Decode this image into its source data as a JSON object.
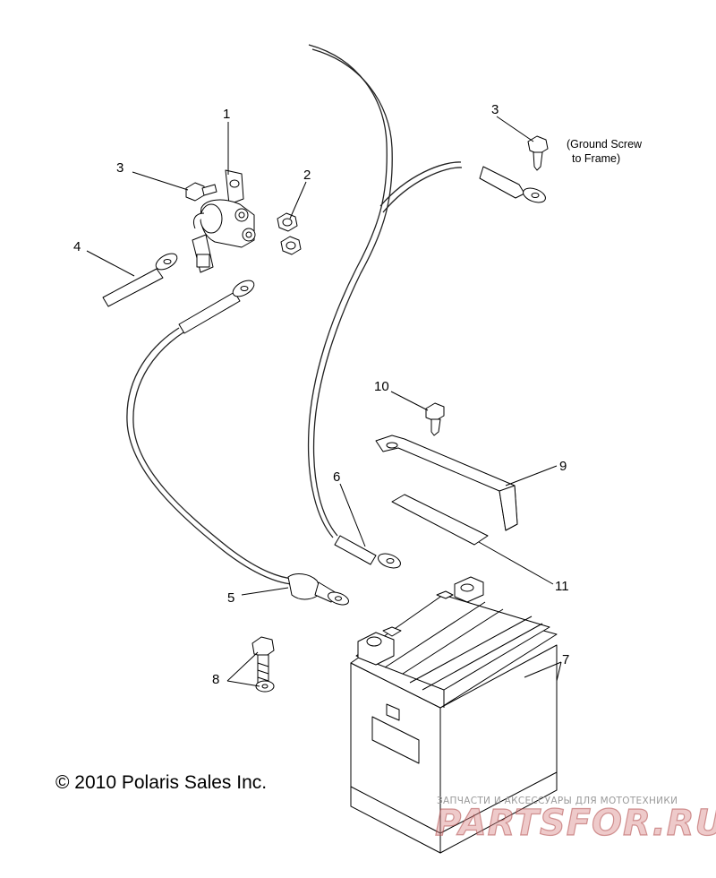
{
  "callouts": {
    "c1": "1",
    "c2": "2",
    "c3a": "3",
    "c3b": "3",
    "c4": "4",
    "c5": "5",
    "c6": "6",
    "c7": "7",
    "c8": "8",
    "c9": "9",
    "c10": "10",
    "c11": "11"
  },
  "note": {
    "line1": "(Ground Screw",
    "line2": "to Frame)"
  },
  "copyright": "© 2010 Polaris Sales Inc.",
  "watermark": {
    "caption": "ЗАПЧАСТИ И АКСЕССУАРЫ ДЛЯ МОТОТЕХНИКИ",
    "brand": "PARTSFOR.RU"
  }
}
